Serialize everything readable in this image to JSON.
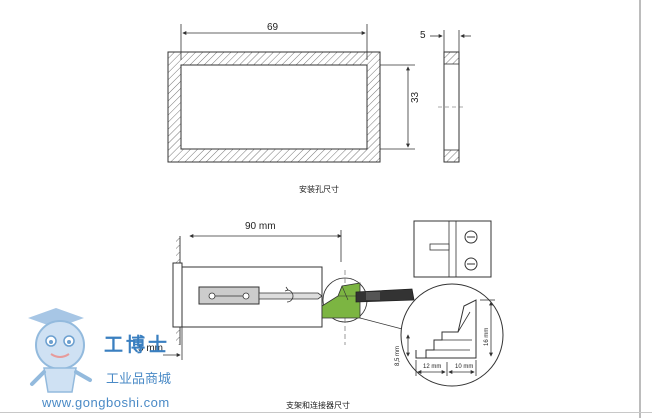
{
  "mounting_hole": {
    "caption": "安装孔尺寸",
    "dim_width": "69",
    "dim_height": "33",
    "dim_thickness": "5"
  },
  "bracket": {
    "caption": "支架和连接器尺寸",
    "dim_length": "90 mm",
    "dim_offset": "5 mm",
    "dim_12": "12 mm",
    "dim_10": "10 mm",
    "dim_85": "8,5 mm",
    "dim_16": "16 mm"
  },
  "watermark": {
    "name": "工博士",
    "sub": "工业品商城",
    "url": "www.gongboshi.com"
  },
  "colors": {
    "connector_green": "#7cb542",
    "watermark_blue": "#3a7fc0"
  }
}
